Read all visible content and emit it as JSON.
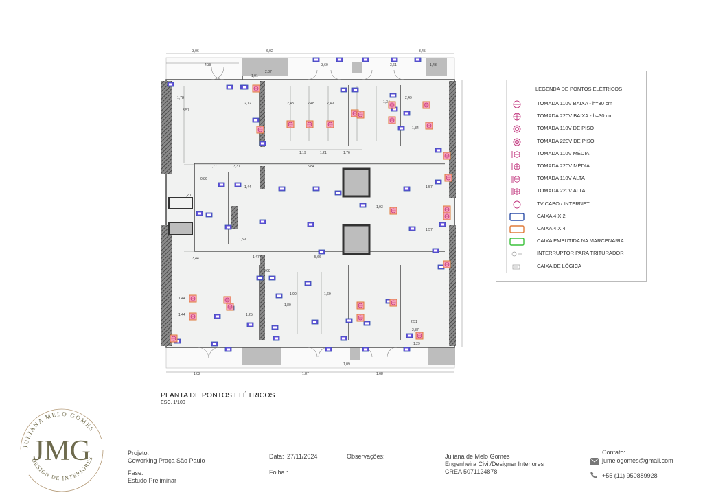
{
  "legend": {
    "title": "LEGENDA DE PONTOS ELÉTRICOS",
    "items": [
      {
        "label": "TOMADA 110V BAIXA - h=30 cm",
        "symbol": "circle-dash"
      },
      {
        "label": "TOMADA 220V BAIXA - h=30 cm",
        "symbol": "circle-cross"
      },
      {
        "label": "TOMADA 110V DE PISO",
        "symbol": "double-circle"
      },
      {
        "label": "TOMADA 220V DE PISO",
        "symbol": "double-circle-bar"
      },
      {
        "label": "TOMADA 110V MÉDIA",
        "symbol": "circle-stem"
      },
      {
        "label": "TOMADA 220V MÉDIA",
        "symbol": "circle-stem-cross"
      },
      {
        "label": "TOMADA 110V ALTA",
        "symbol": "circle-stem-double"
      },
      {
        "label": "TOMADA 220V ALTA",
        "symbol": "circle-stem-double-cross"
      },
      {
        "label": "TV CABO / INTERNET",
        "symbol": "circle-plain"
      },
      {
        "label": "CAIXA 4 X 2",
        "symbol": "box-blue"
      },
      {
        "label": "CAIXA 4 X 4",
        "symbol": "box-orange"
      },
      {
        "label": "CAIXA EMBUTIDA NA MARCENARIA",
        "symbol": "box-green"
      },
      {
        "label": "INTERRUPTOR PARA TRITURADOR",
        "symbol": "switch"
      },
      {
        "label": "CAIXA DE LÓGICA",
        "symbol": "logic-box"
      }
    ],
    "colors": {
      "blue": "#2e4fa8",
      "orange": "#e07b39",
      "green": "#3cc23c",
      "pink": "#c0307a"
    }
  },
  "plan": {
    "title": "PLANTA DE PONTOS ELÉTRICOS",
    "scale": "ESC. 1/100",
    "dimensions": [
      "3,06",
      "6,02",
      "3,45",
      "4,38",
      "2,87",
      "3,60",
      "3,61",
      "1,43",
      "1,01",
      "1,78",
      "3,57",
      "2,12",
      "2,48",
      "2,48",
      "2,49",
      "1,34",
      "2,49",
      "1,34",
      "1,19",
      "1,21",
      "1,76",
      "5,84",
      "1,77",
      "3,37",
      "0,86",
      "1,44",
      "1,57",
      "1,93",
      "1,57",
      "1,20",
      "1,59",
      "3,44",
      "1,47",
      "5,66",
      "0,68",
      "1,44",
      "1,44",
      "1,90",
      "1,69",
      "2,51",
      "2,37",
      "1,02",
      "1,87",
      "1,68",
      "1,09",
      "1,29",
      "1,80",
      "1,25"
    ]
  },
  "logo": {
    "initials": "JMG",
    "ring_top": "JULIANA MELO GOMES",
    "ring_bottom": "DESIGN DE INTERIORES"
  },
  "title_block": {
    "projeto_label": "Projeto:",
    "projeto_value": "Coworking Praça São Paulo",
    "fase_label": "Fase:",
    "fase_value": "Estudo Preliminar",
    "data_label": "Data:",
    "data_value": "27/11/2024",
    "folha_label": "Folha :",
    "observacoes_label": "Observações:",
    "author_name": "Juliana de Melo Gomes",
    "author_role": "Engenheira Civil/Designer Interiores",
    "author_crea": "CREA 5071124878",
    "contato_label": "Contato:",
    "email": "jumelogomes@gmail.com",
    "phone": "+55 (11) 950889928"
  }
}
